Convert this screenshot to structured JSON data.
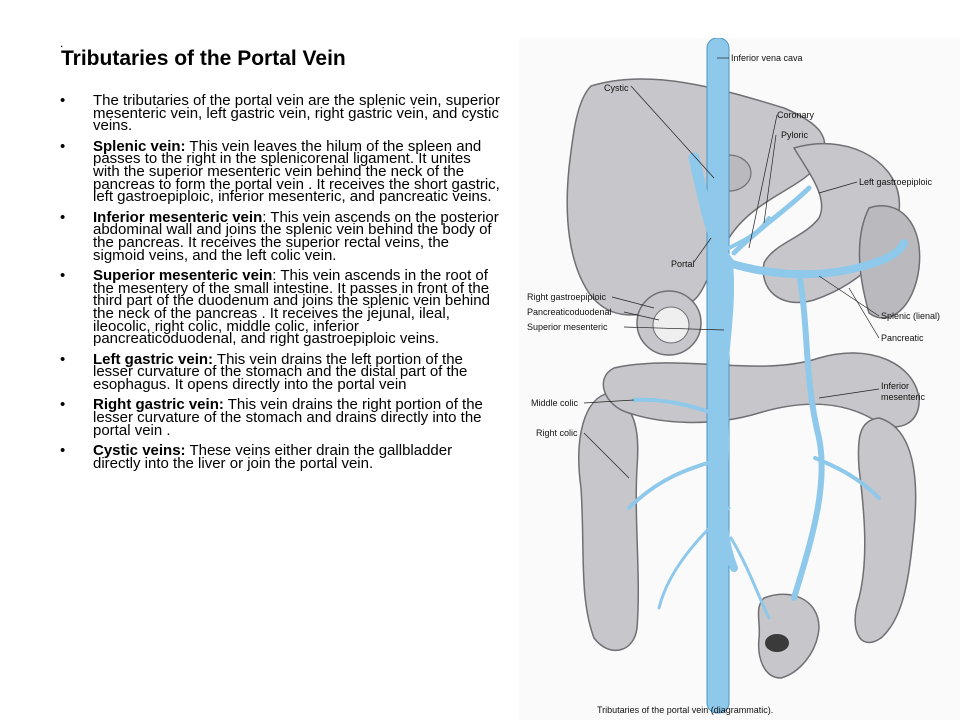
{
  "slide": {
    "mark": ".",
    "title": "Tributaries of the Portal Vein",
    "bullets": [
      {
        "term": "",
        "text": "The tributaries of the portal vein are the splenic vein, superior mesenteric vein, left gastric vein, right gastric vein, and cystic veins."
      },
      {
        "term": "Splenic vein:",
        "text": " This vein leaves the hilum of the spleen and passes to the right in the splenicorenal ligament. It unites with the superior mesenteric vein behind the neck of the pancreas to form the portal vein . It receives the short gastric, left gastroepiploic, inferior mesenteric, and pancreatic veins."
      },
      {
        "term": "Inferior mesenteric vein",
        "text": ": This vein ascends on the posterior abdominal wall and joins the splenic vein behind the body of the pancreas. It receives the superior rectal veins, the sigmoid veins, and the left colic vein."
      },
      {
        "term": "Superior mesenteric vein",
        "text": ": This vein ascends in the root of the mesentery of the small intestine. It passes in front of the third part of the duodenum and joins the splenic vein behind the neck of the pancreas . It receives the jejunal, ileal, ileocolic, right colic, middle colic, inferior pancreaticoduodenal, and right gastroepiploic veins."
      },
      {
        "term": "Left gastric vein:",
        "text": " This vein drains the left portion of the lesser curvature of the stomach and the distal part of the esophagus. It opens directly into the portal vein"
      },
      {
        "term": "Right gastric vein:",
        "text": " This vein drains the right portion of the lesser curvature of the stomach and drains directly into the portal vein ."
      },
      {
        "term": "Cystic veins:",
        "text": " These veins either drain the gallbladder directly into the liver or join the portal vein."
      }
    ]
  },
  "diagram": {
    "labels": {
      "cystic": "Cystic",
      "ivc": "Inferior vena cava",
      "coronary": "Coronary",
      "pyloric": "Pyloric",
      "left_gastroepiploic": "Left gastroepiploic",
      "portal": "Portal",
      "right_gastroepiploic": "Right gastroepiploic",
      "pancreaticoduodenal": "Pancreaticoduodenal",
      "superior_mesenteric": "Superior mesenteric",
      "splenic": "Splenic (lienal)",
      "pancreatic": "Pancreatic",
      "middle_colic": "Middle colic",
      "inferior_line1": "Inferior",
      "inferior_line2": "mesenteric",
      "right_colic": "Right colic",
      "caption": "Tributaries of the portal vein (diagrammatic)."
    },
    "colors": {
      "vein": "#8ec8ea",
      "vein_dark": "#4f93c4",
      "organ": "#c7c7cb",
      "organ_dark": "#6f6f74"
    }
  }
}
